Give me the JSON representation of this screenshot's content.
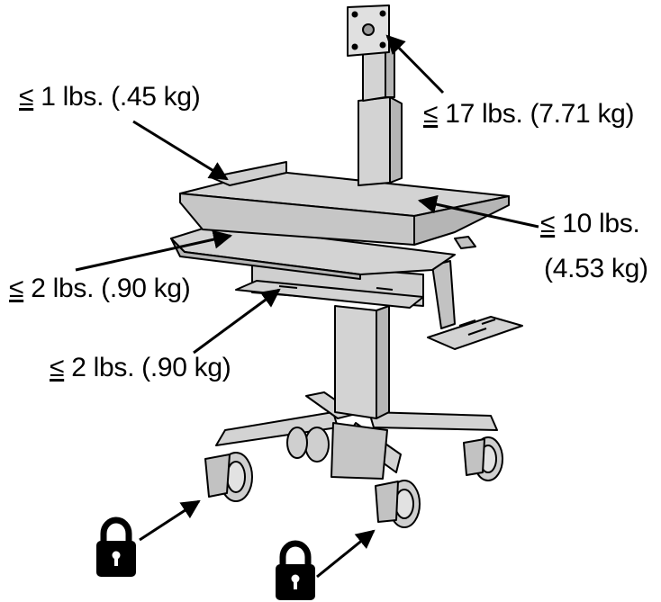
{
  "diagram": {
    "le_symbol": "≤",
    "labels": {
      "top_tray": "1 lbs. (.45 kg)",
      "monitor": "17 lbs. (7.71 kg)",
      "work_surface_1": "10 lbs.",
      "work_surface_2": "(4.53 kg)",
      "keyboard_tray": "2 lbs. (.90 kg)",
      "lower_drawer": "2 lbs. (.90 kg)"
    },
    "icons": [
      "lock-icon",
      "lock-icon"
    ],
    "colors": {
      "cart_fill": "#d3d3d3",
      "cart_dark": "#b5b5b5",
      "outline": "#000000",
      "text": "#000000"
    }
  }
}
